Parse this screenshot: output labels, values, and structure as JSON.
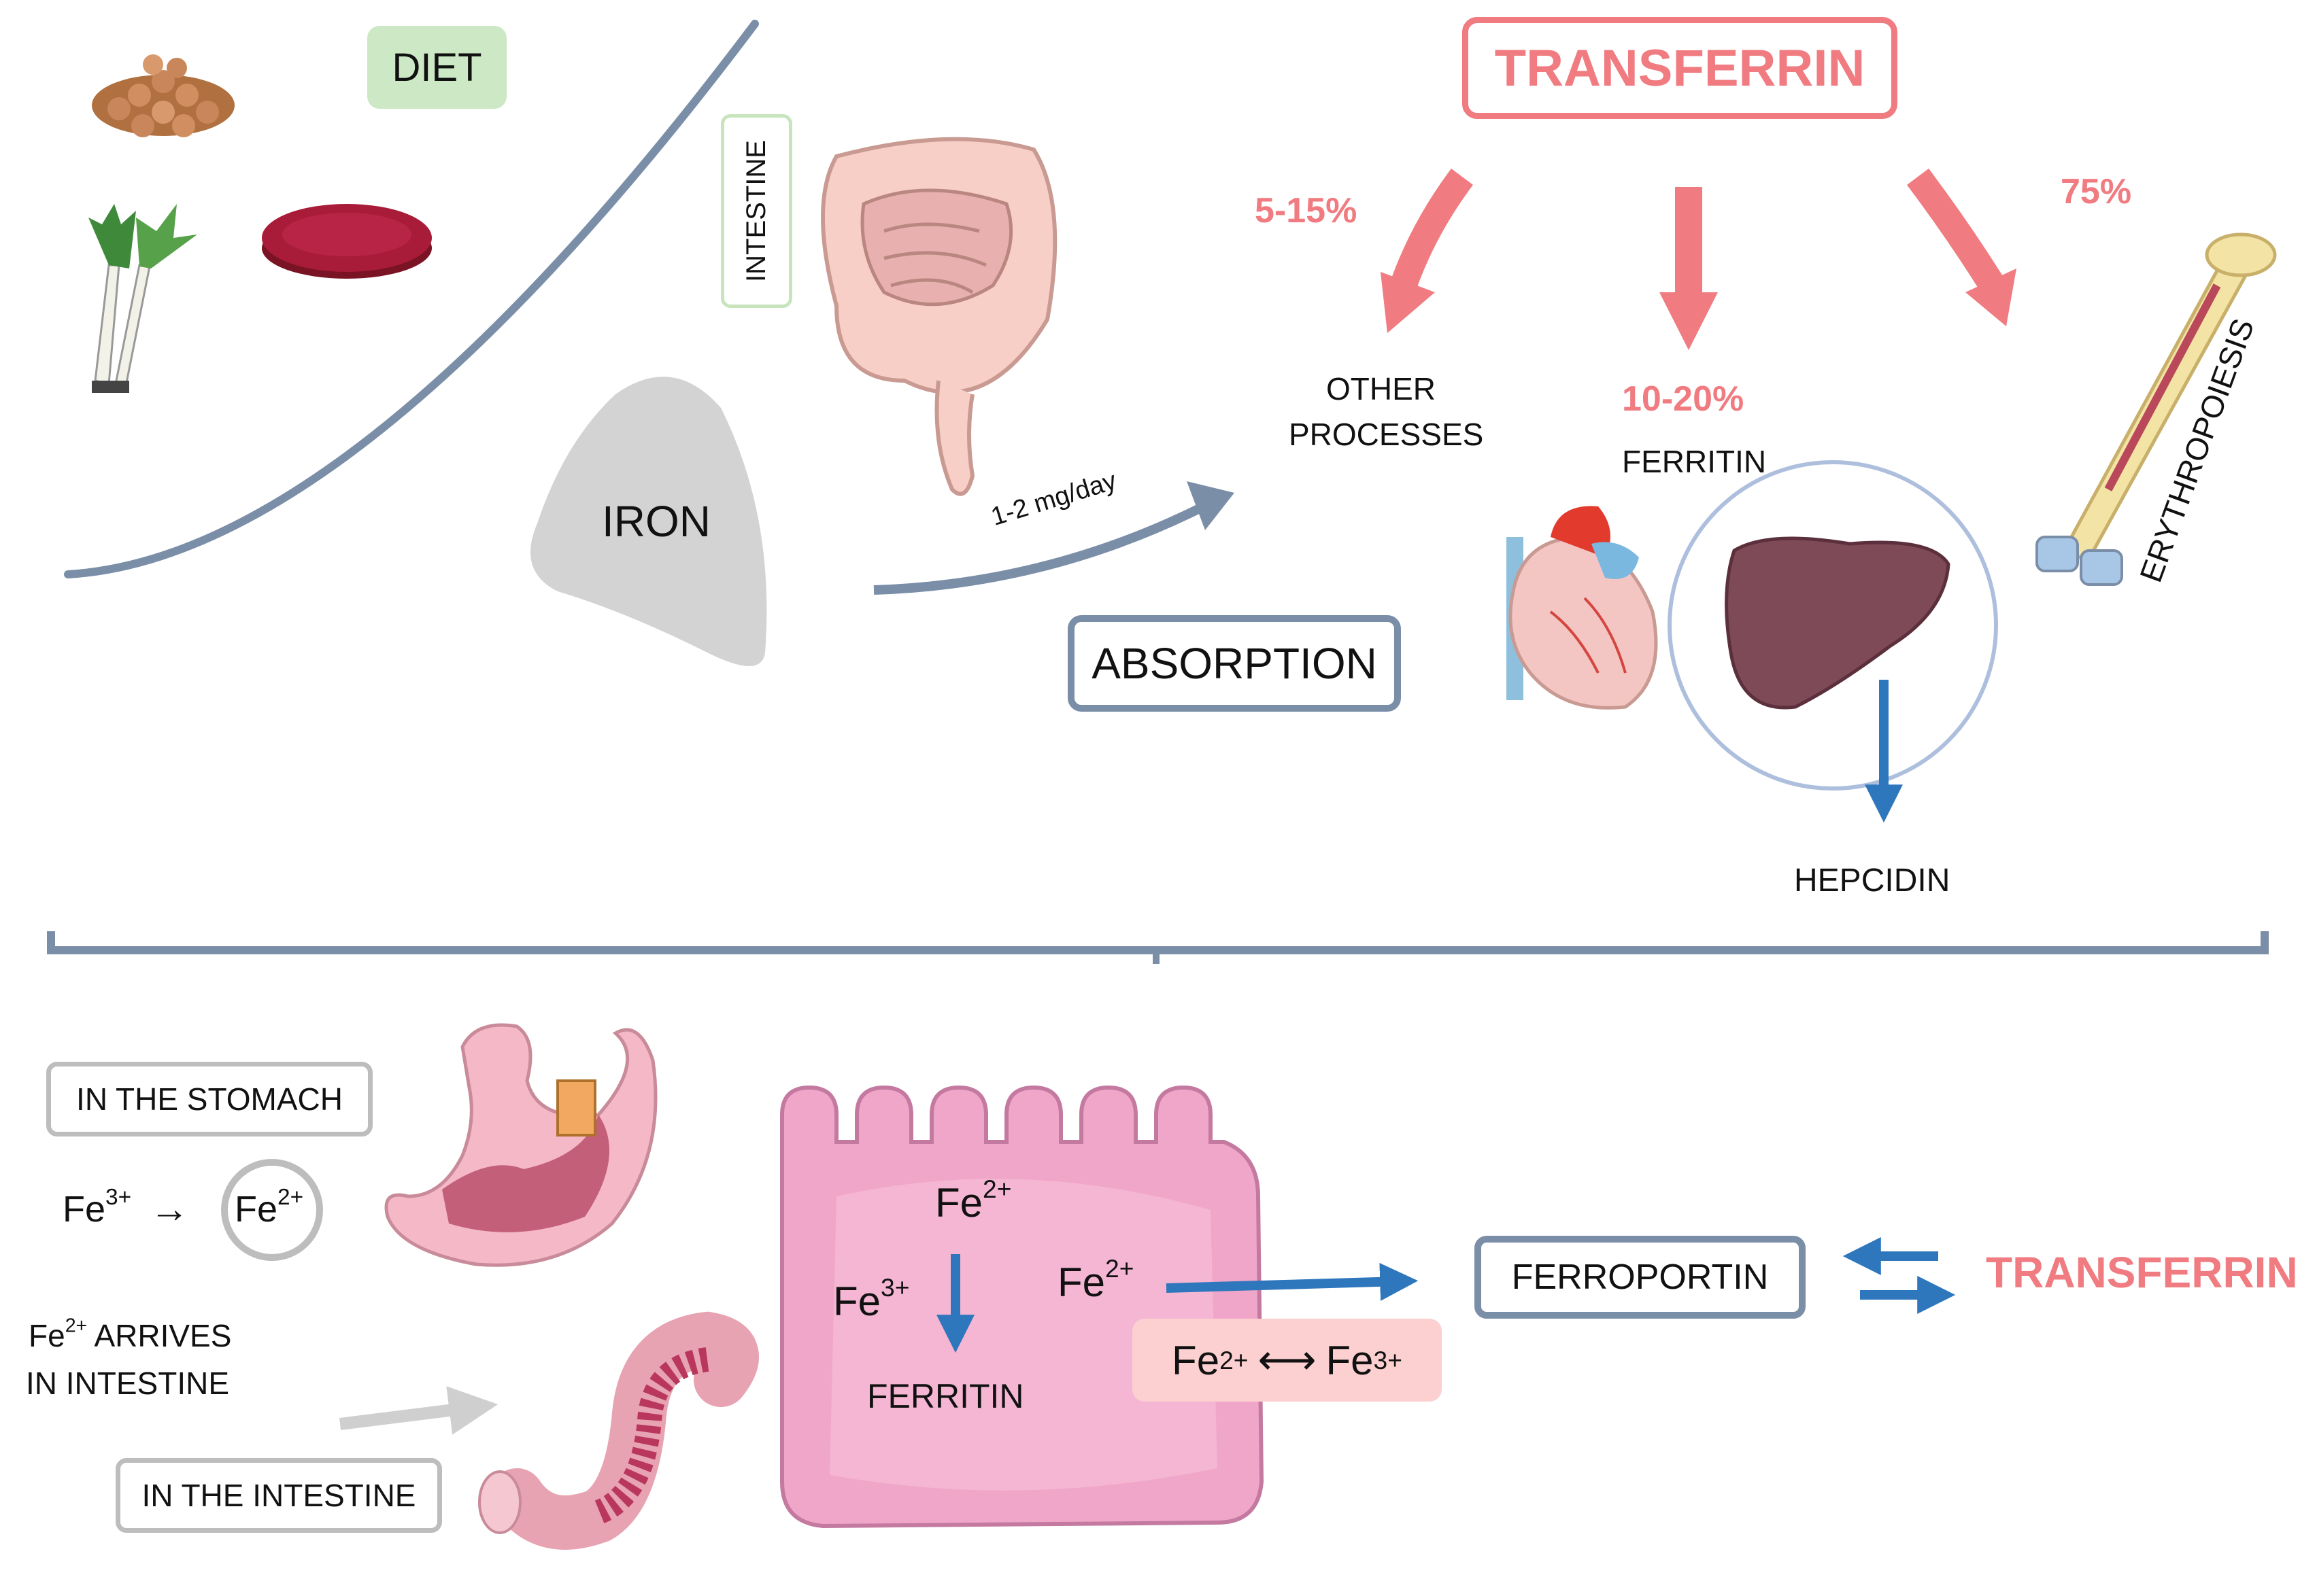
{
  "diet": {
    "label": "DIET"
  },
  "intestine_label": "INTESTINE",
  "iron": {
    "label": "IRON"
  },
  "absorption": {
    "rate": "1-2 mg/day",
    "label": "ABSORPTION"
  },
  "transferrin_top": "TRANSFERRIN",
  "distribution": {
    "other": {
      "percent": "5-15%",
      "label_line1": "OTHER",
      "label_line2": "PROCESSES"
    },
    "ferritin": {
      "percent": "10-20%",
      "label": "FERRITIN"
    },
    "erythropoiesis": {
      "percent": "75%",
      "label": "ERYTHROPOIESIS"
    }
  },
  "hepcidin": "HEPCIDIN",
  "stomach": {
    "label": "IN THE STOMACH",
    "fe_left": {
      "base": "Fe",
      "charge": "3+"
    },
    "arrow": "→",
    "fe_right": {
      "base": "Fe",
      "charge": "2+"
    }
  },
  "arrives": {
    "fe": "Fe",
    "charge": "2+",
    "line1_rest": "ARRIVES",
    "line2": "IN INTESTINE"
  },
  "intestine_box": "IN THE INTESTINE",
  "cell": {
    "fe_top": {
      "base": "Fe",
      "charge": "2+"
    },
    "fe_left": {
      "base": "Fe",
      "charge": "3+"
    },
    "fe_right": {
      "base": "Fe",
      "charge": "2+"
    },
    "ferritin": "FERRITIN"
  },
  "redox": {
    "a": "Fe",
    "a_charge": "2+",
    "arrow": "⟷",
    "b": "Fe",
    "b_charge": "3+"
  },
  "ferroportin": "FERROPORTIN",
  "transferrin_bottom": "TRANSFERRIN",
  "colors": {
    "accent_pink": "#f07b80",
    "slate": "#7b8ea8",
    "blue_arrow": "#2f77bd",
    "diet_green": "#cde8c4"
  }
}
